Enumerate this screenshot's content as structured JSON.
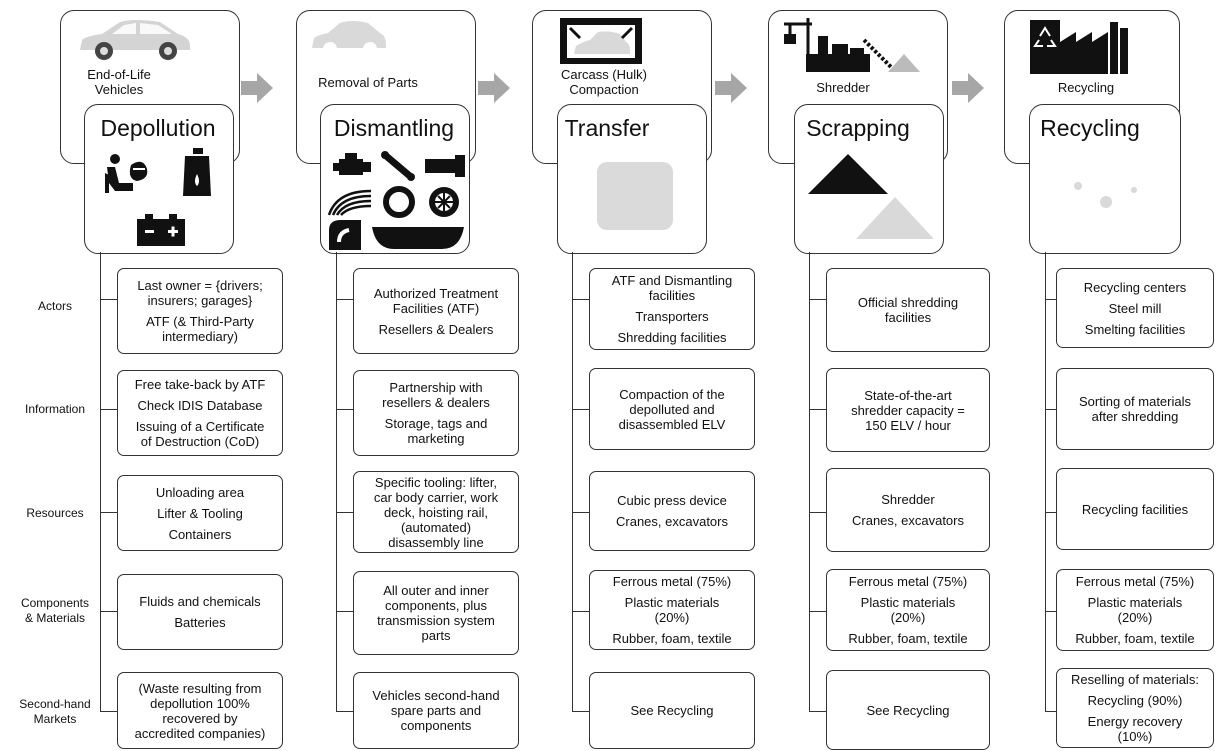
{
  "row_labels": [
    "Actors",
    "Information",
    "Resources",
    "Components\n& Materials",
    "Second-hand\nMarkets"
  ],
  "stages": [
    {
      "caption": [
        "End-of-Life",
        "Vehicles"
      ],
      "title": "Depollution",
      "cells": [
        [
          "Last owner = {drivers;\ninsurers; garages}",
          "ATF  (& Third-Party\nintermediary)"
        ],
        [
          "Free take-back by ATF",
          "Check IDIS Database",
          "Issuing of a Certificate\nof Destruction (CoD)"
        ],
        [
          "Unloading area",
          "Lifter & Tooling",
          "Containers"
        ],
        [
          "Fluids and chemicals",
          "Batteries"
        ],
        [
          "(Waste resulting from\ndepollution 100%\nrecovered by\naccredited companies)"
        ]
      ]
    },
    {
      "caption": [
        "Removal of Parts"
      ],
      "title": "Dismantling",
      "cells": [
        [
          "Authorized Treatment\nFacilities (ATF)",
          "Resellers & Dealers"
        ],
        [
          "Partnership with\nresellers & dealers",
          "Storage, tags and\nmarketing"
        ],
        [
          "Specific tooling: lifter,\ncar body carrier, work\ndeck, hoisting rail,\n(automated)\ndisassembly line"
        ],
        [
          "All outer and inner\ncomponents, plus\ntransmission system\nparts"
        ],
        [
          "Vehicles second-hand\nspare parts and\ncomponents"
        ]
      ]
    },
    {
      "caption": [
        "Carcass (Hulk)",
        "Compaction"
      ],
      "title": "Transfer",
      "cells": [
        [
          "ATF and Dismantling\nfacilities",
          "Transporters",
          "Shredding facilities"
        ],
        [
          "Compaction of the\ndepolluted and\ndisassembled ELV"
        ],
        [
          "Cubic press device",
          "Cranes, excavators"
        ],
        [
          "Ferrous metal (75%)",
          "Plastic materials\n(20%)",
          "Rubber, foam, textile"
        ],
        [
          "See Recycling"
        ]
      ]
    },
    {
      "caption": [
        "Shredder"
      ],
      "title": "Scrapping",
      "cells": [
        [
          "Official shredding\nfacilities"
        ],
        [
          "State-of-the-art\nshredder capacity =\n150 ELV / hour"
        ],
        [
          "Shredder",
          "Cranes, excavators"
        ],
        [
          "Ferrous metal (75%)",
          "Plastic materials\n(20%)",
          "Rubber, foam, textile"
        ],
        [
          "See Recycling"
        ]
      ]
    },
    {
      "caption": [
        "Recycling"
      ],
      "title": "Recycling",
      "cells": [
        [
          "Recycling centers",
          "Steel mill",
          "Smelting facilities"
        ],
        [
          "Sorting of materials\nafter shredding"
        ],
        [
          "Recycling facilities"
        ],
        [
          "Ferrous metal (75%)",
          "Plastic materials\n(20%)",
          "Rubber, foam, textile"
        ],
        [
          "Reselling of materials:",
          "Recycling (90%)",
          "Energy recovery\n(10%)"
        ]
      ]
    }
  ],
  "colors": {
    "line": "#333333",
    "arrow": "#a6a6a6",
    "icon_dark": "#111111",
    "icon_light": "#d9d9d9"
  }
}
